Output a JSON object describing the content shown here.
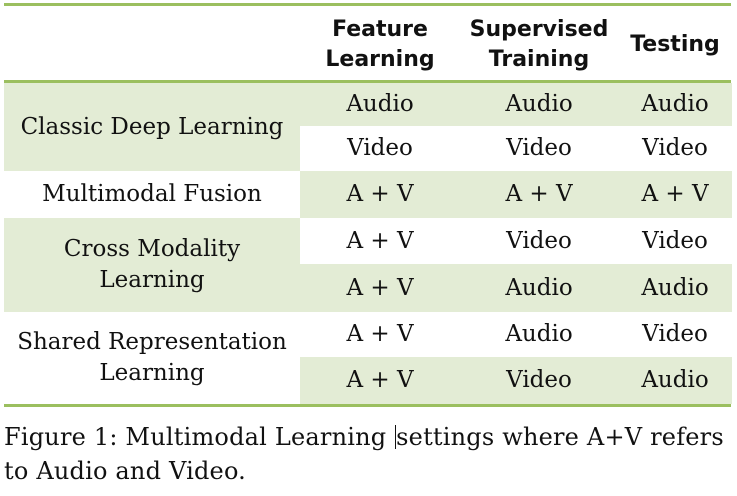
{
  "table": {
    "headers": {
      "feature": "Feature\nLearning",
      "supervised": "Supervised\nTraining",
      "testing": "Testing"
    },
    "groups": [
      {
        "label": "Classic Deep Learning",
        "rows": [
          [
            "Audio",
            "Audio",
            "Audio"
          ],
          [
            "Video",
            "Video",
            "Video"
          ]
        ]
      },
      {
        "label": "Multimodal Fusion",
        "rows": [
          [
            "A + V",
            "A + V",
            "A + V"
          ]
        ]
      },
      {
        "label": "Cross Modality\nLearning",
        "rows": [
          [
            "A + V",
            "Video",
            "Video"
          ],
          [
            "A + V",
            "Audio",
            "Audio"
          ]
        ]
      },
      {
        "label": "Shared Representation\nLearning",
        "rows": [
          [
            "A + V",
            "Audio",
            "Video"
          ],
          [
            "A + V",
            "Video",
            "Audio"
          ]
        ]
      }
    ]
  },
  "caption": {
    "before_cursor": "Figure 1:  Multimodal Learning ",
    "after_cursor": "settings where A+V refers to Audio and Video."
  },
  "colors": {
    "rule": "#9bbf5f",
    "shade": "#e3ecd5"
  }
}
